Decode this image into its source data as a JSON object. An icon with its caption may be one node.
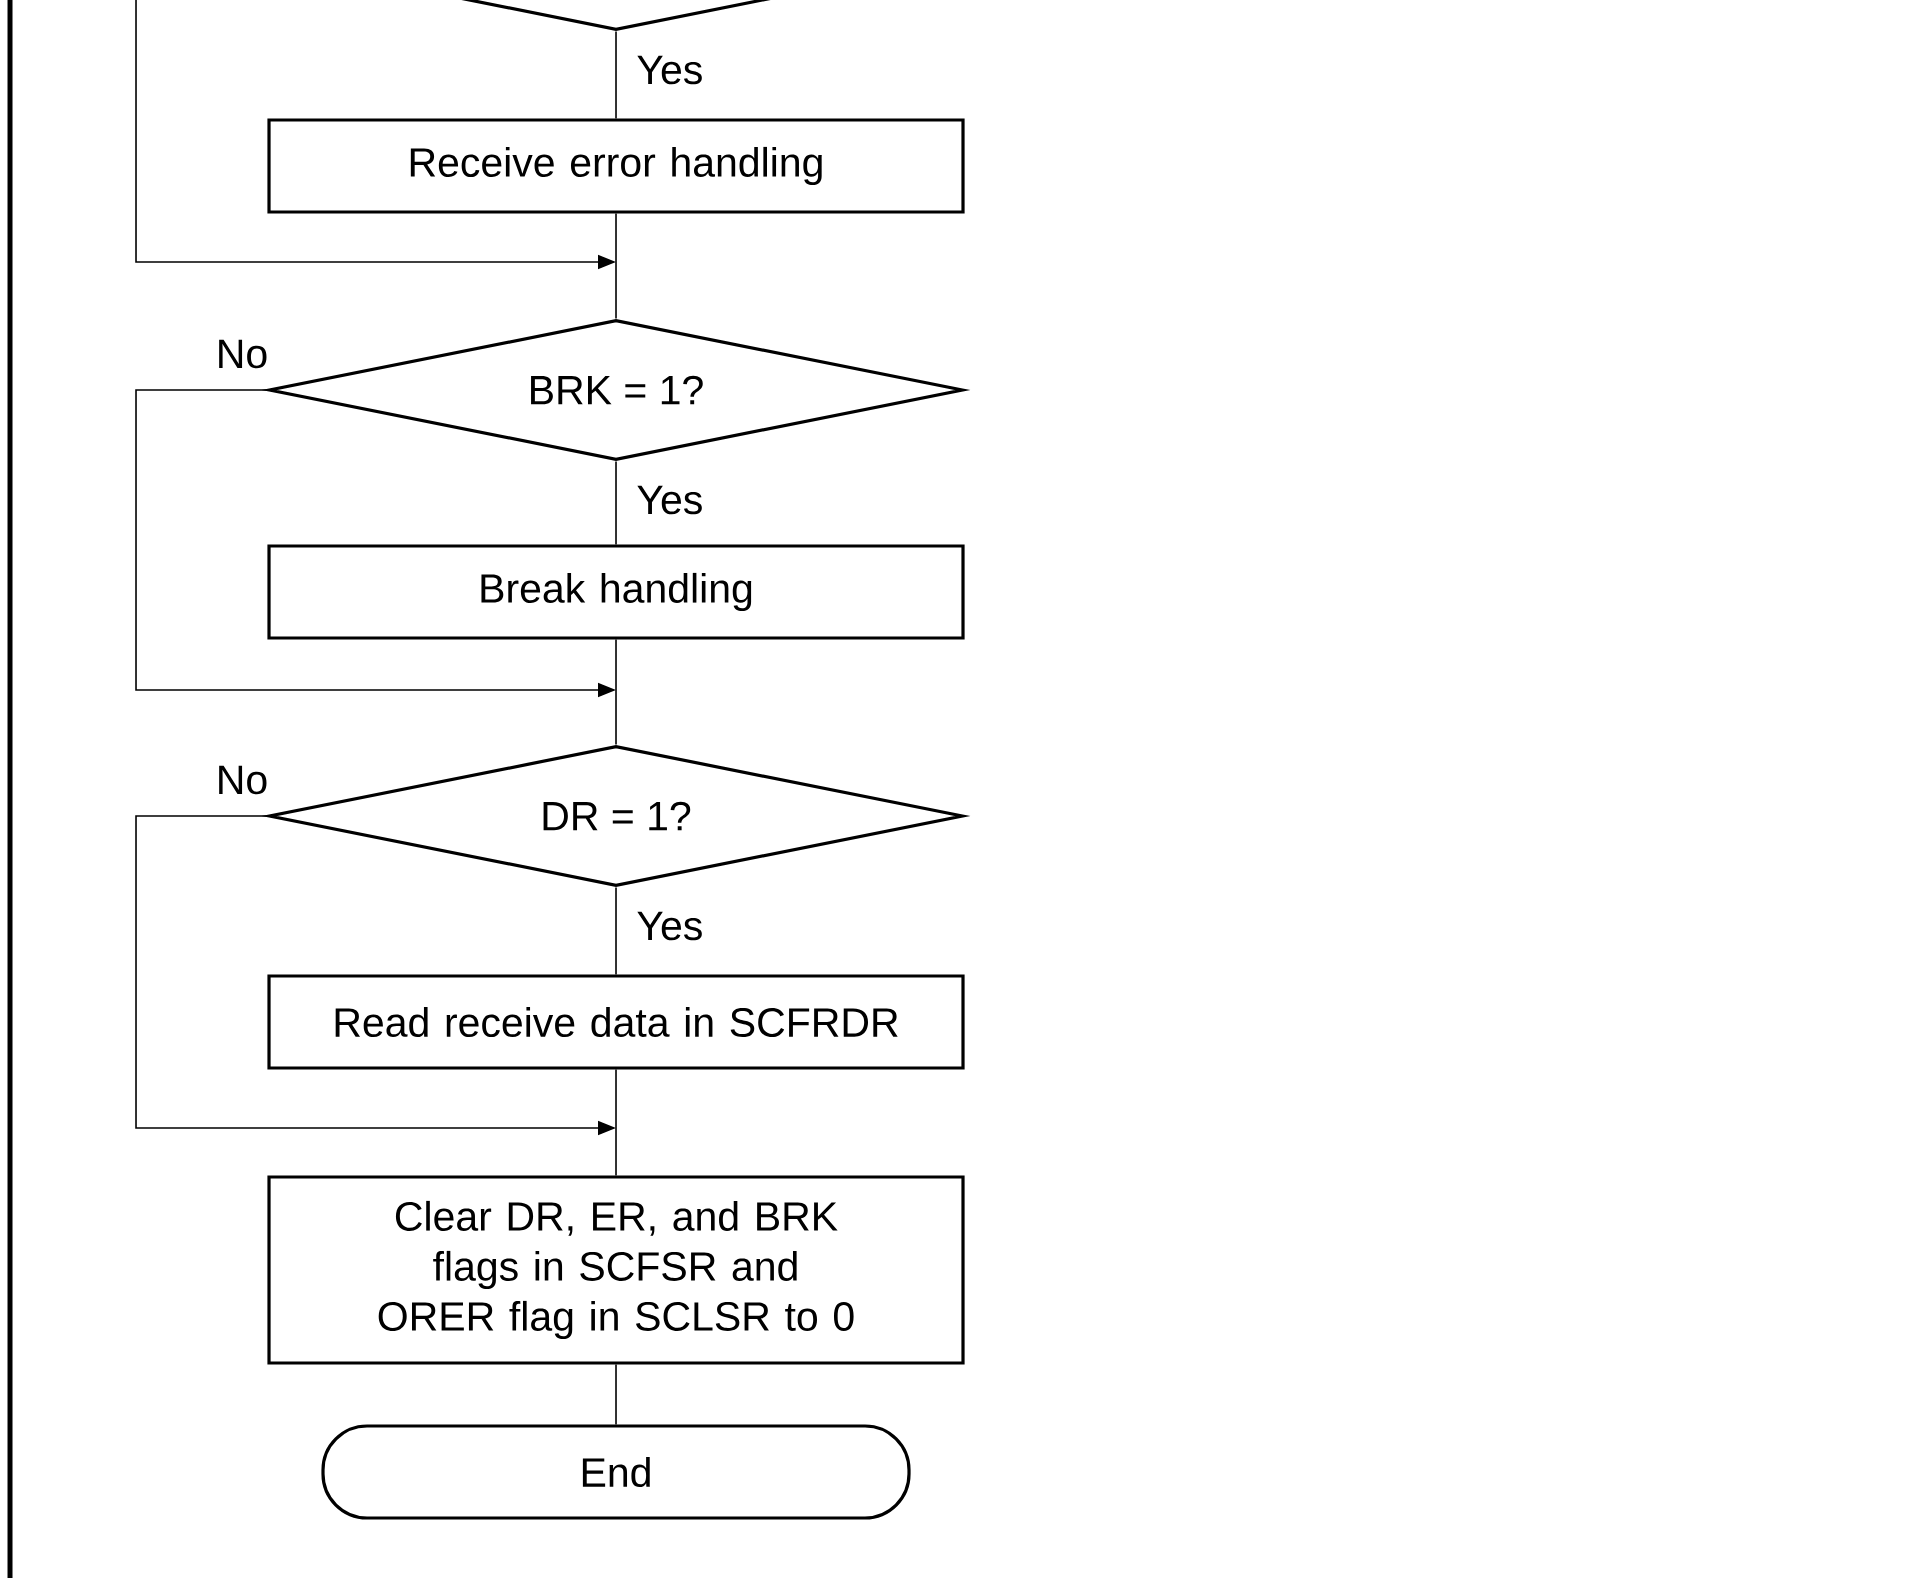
{
  "diagram": {
    "nodes": [
      {
        "text": [],
        "shape": "diamond"
      },
      {
        "text": [
          "Receive error handling"
        ]
      },
      {
        "text": [
          "BRK = 1?"
        ]
      },
      {
        "text": [
          "Break handling"
        ]
      },
      {
        "text": [
          "DR = 1?"
        ]
      },
      {
        "text": [
          "Read receive data in SCFRDR"
        ]
      },
      {
        "text": [
          "Clear DR, ER, and BRK flags in SCFSR and ORER flag in SCLSR to 0"
        ]
      },
      {
        "text": [
          "End"
        ]
      }
    ],
    "edges": [
      {
        "from": 0,
        "to": 1,
        "arrow": "none",
        "label": "Yes"
      },
      {
        "from": 0,
        "to": null,
        "arrow": "to"
      },
      {
        "from": 1,
        "to": 2,
        "arrow": "none"
      },
      {
        "from": 2,
        "to": 3,
        "arrow": "none",
        "label": "Yes"
      },
      {
        "from": 2,
        "to": null,
        "arrow": "to",
        "label": "No"
      },
      {
        "from": 3,
        "to": 4,
        "arrow": "none"
      },
      {
        "from": 4,
        "to": 5,
        "arrow": "none",
        "label": "Yes"
      },
      {
        "from": 4,
        "to": null,
        "arrow": "to",
        "label": "No"
      },
      {
        "from": 5,
        "to": 6,
        "arrow": "none"
      },
      {
        "from": 6,
        "to": 7,
        "arrow": "none"
      }
    ]
  }
}
